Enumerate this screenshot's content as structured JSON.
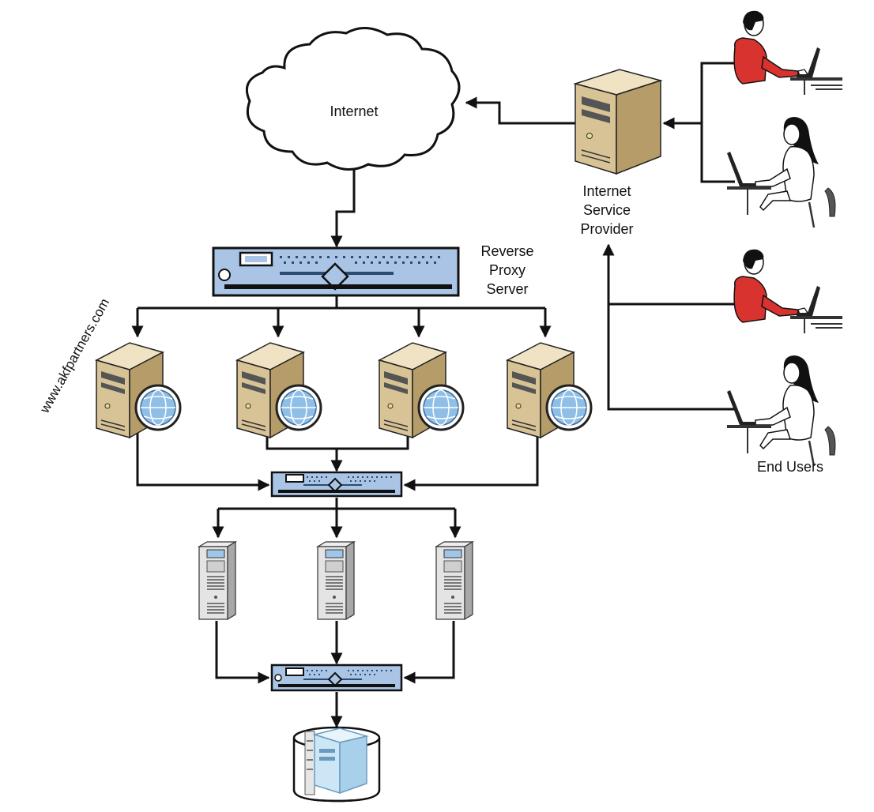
{
  "labels": {
    "internet": "Internet",
    "isp": [
      "Internet",
      "Service",
      "Provider"
    ],
    "reverse_proxy": [
      "Reverse",
      "Proxy",
      "Server"
    ],
    "end_users": "End Users",
    "watermark": "www.akfpartners.com"
  },
  "colors": {
    "line": "#111111",
    "rack_blue": "#a9c4e4",
    "tower_tan": "#d8c396",
    "tower_dark": "#b69c68",
    "globe_blue": "#8fbfe6",
    "shirt_red": "#d9332f",
    "storage_blue": "#cde6f5"
  },
  "icons": {
    "cloud": "cloud-icon",
    "isp_server": "tower-server-icon",
    "reverse_proxy": "rack-server-icon",
    "web_servers": "web-server-globe-icon",
    "app_balancer": "rack-server-icon",
    "app_servers": "tall-server-icon",
    "db_balancer": "rack-server-icon",
    "database": "database-storage-icon",
    "users": [
      "man-at-laptop-icon",
      "woman-at-laptop-icon"
    ]
  }
}
